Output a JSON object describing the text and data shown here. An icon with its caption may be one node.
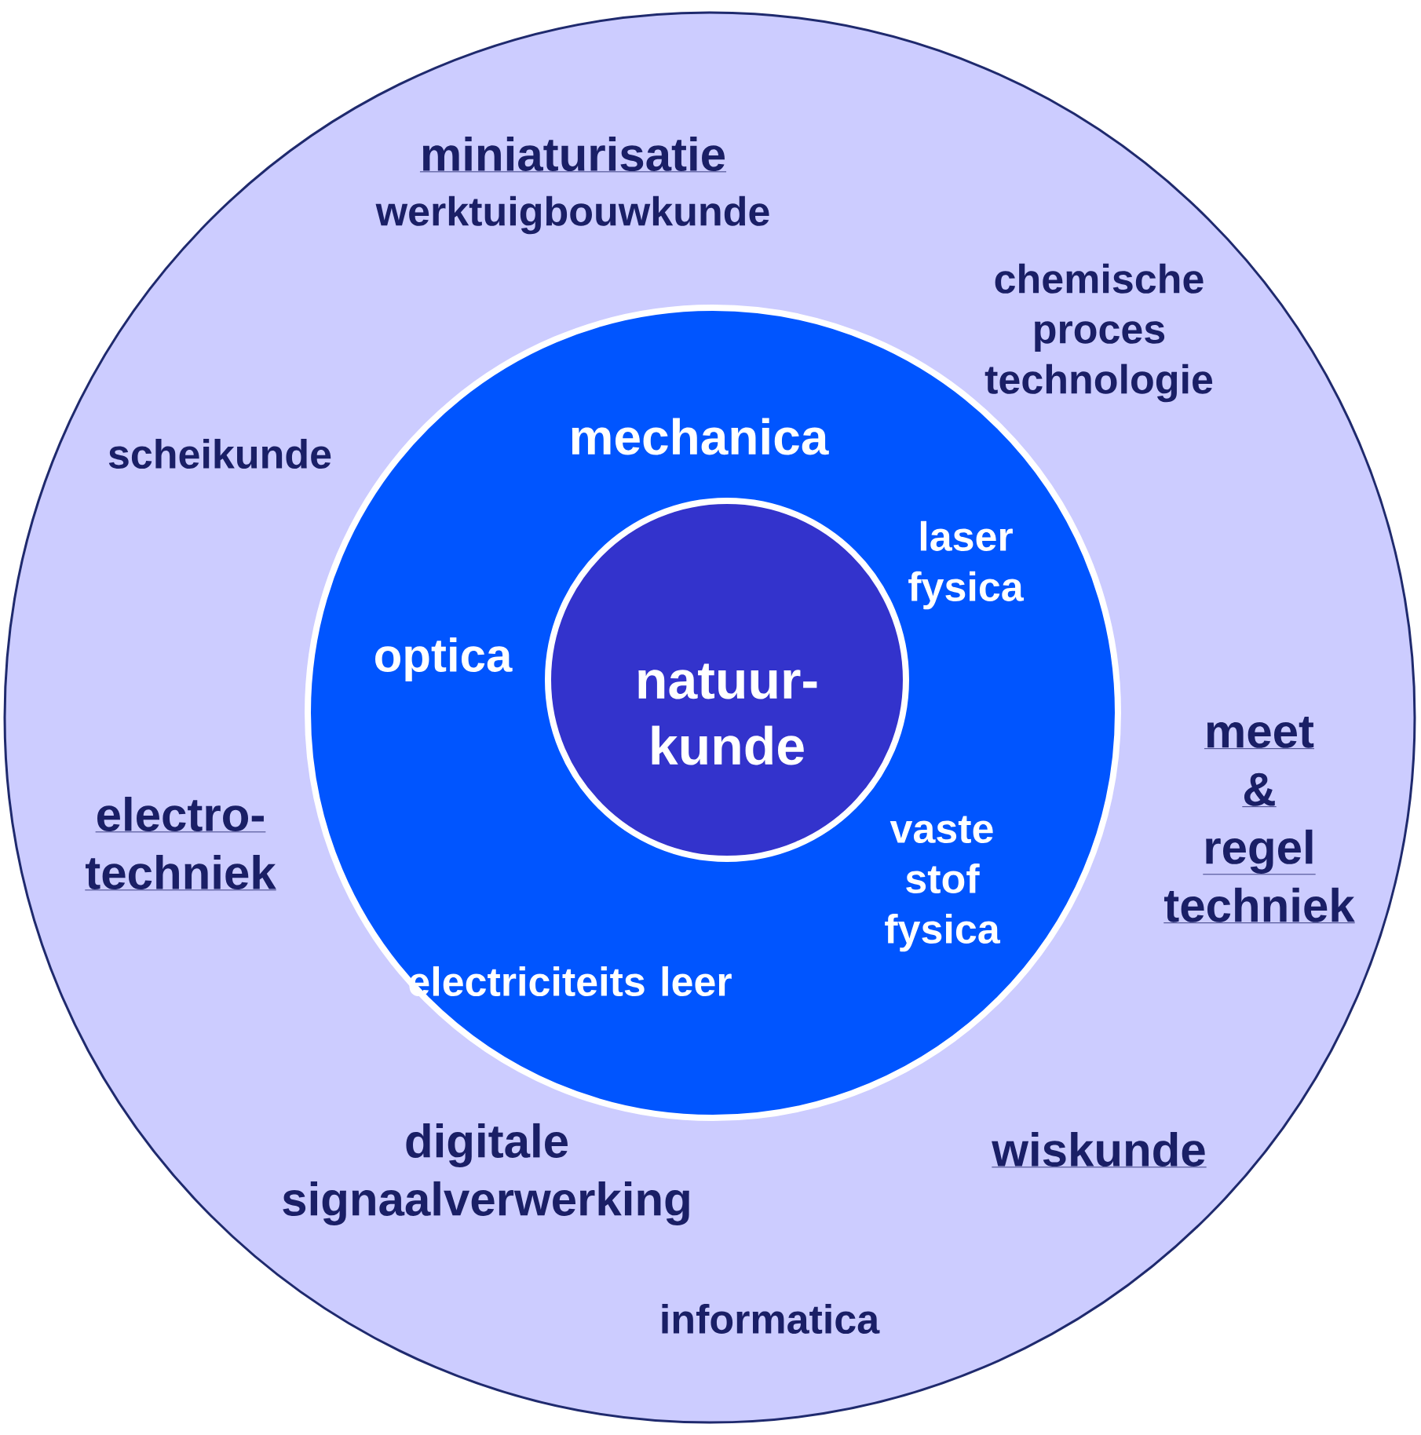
{
  "diagram": {
    "nodes": [
      {
        "text": [
          "miniaturisatie",
          "werktuigbouwkunde",
          "chemische proces technologie",
          "scheikunde",
          "electro- techniek",
          "meet & regel techniek",
          "digitale signaalverwerking",
          "wiskunde",
          "informatica"
        ]
      },
      {
        "text": [
          "mechanica",
          "laser fysica",
          "optica",
          "vaste stof fysica",
          "electriciteits leer"
        ],
        "in": 0
      },
      {
        "text": [
          "natuur- kunde"
        ],
        "in": 1
      }
    ]
  }
}
